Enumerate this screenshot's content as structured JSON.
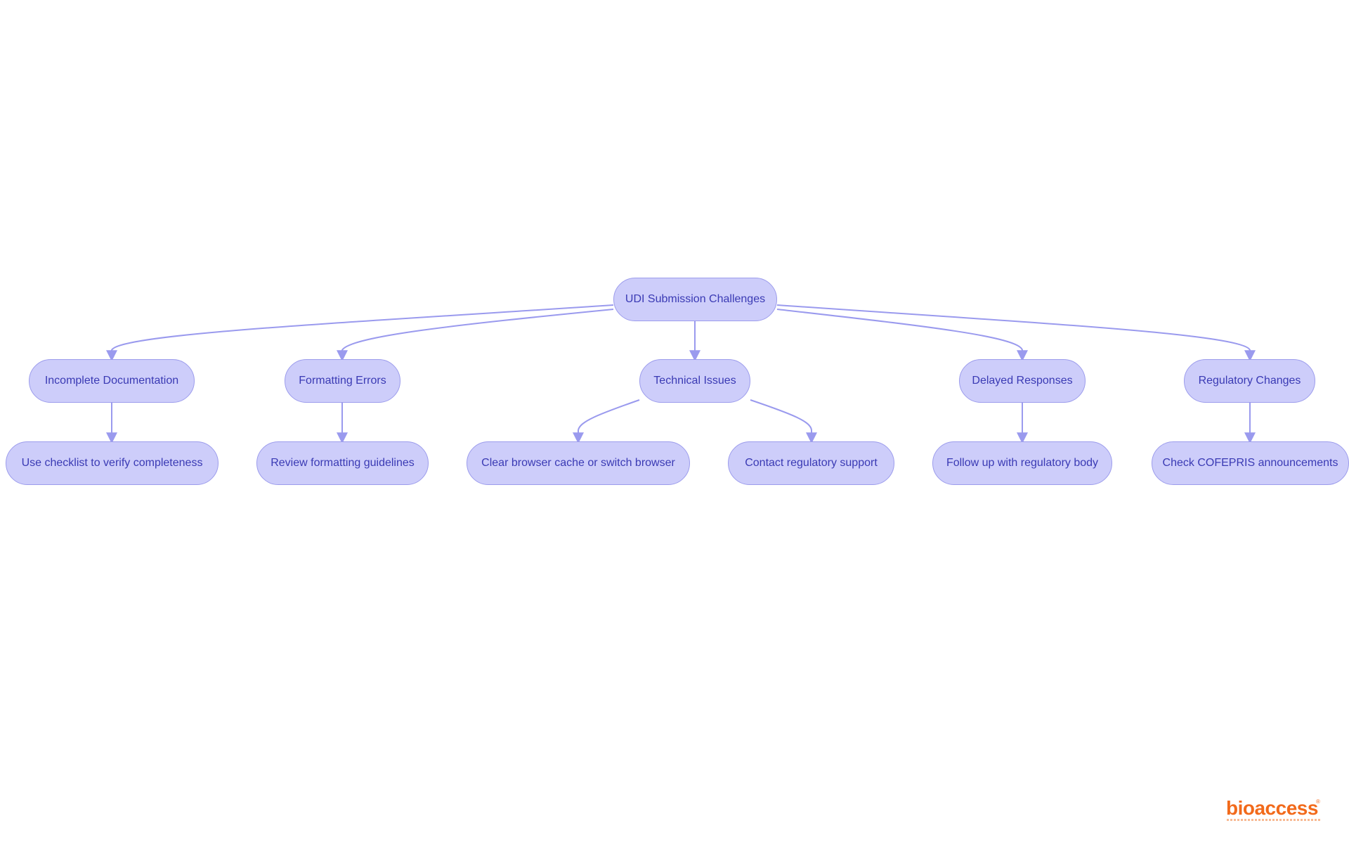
{
  "diagram": {
    "root": "UDI Submission Challenges",
    "categories": [
      {
        "label": "Incomplete Documentation",
        "solutions": [
          "Use checklist to verify completeness"
        ]
      },
      {
        "label": "Formatting Errors",
        "solutions": [
          "Review formatting guidelines"
        ]
      },
      {
        "label": "Technical Issues",
        "solutions": [
          "Clear browser cache or switch browser",
          "Contact regulatory support"
        ]
      },
      {
        "label": "Delayed Responses",
        "solutions": [
          "Follow up with regulatory body"
        ]
      },
      {
        "label": "Regulatory Changes",
        "solutions": [
          "Check COFEPRIS announcements"
        ]
      }
    ]
  },
  "colors": {
    "node_fill": "#cdcdfa",
    "node_border": "#9c9cec",
    "node_text": "#3a3ab4",
    "edge": "#9a9aee",
    "logo": "#f26a1b"
  },
  "logo": {
    "text": "bioaccess",
    "mark": "®"
  }
}
